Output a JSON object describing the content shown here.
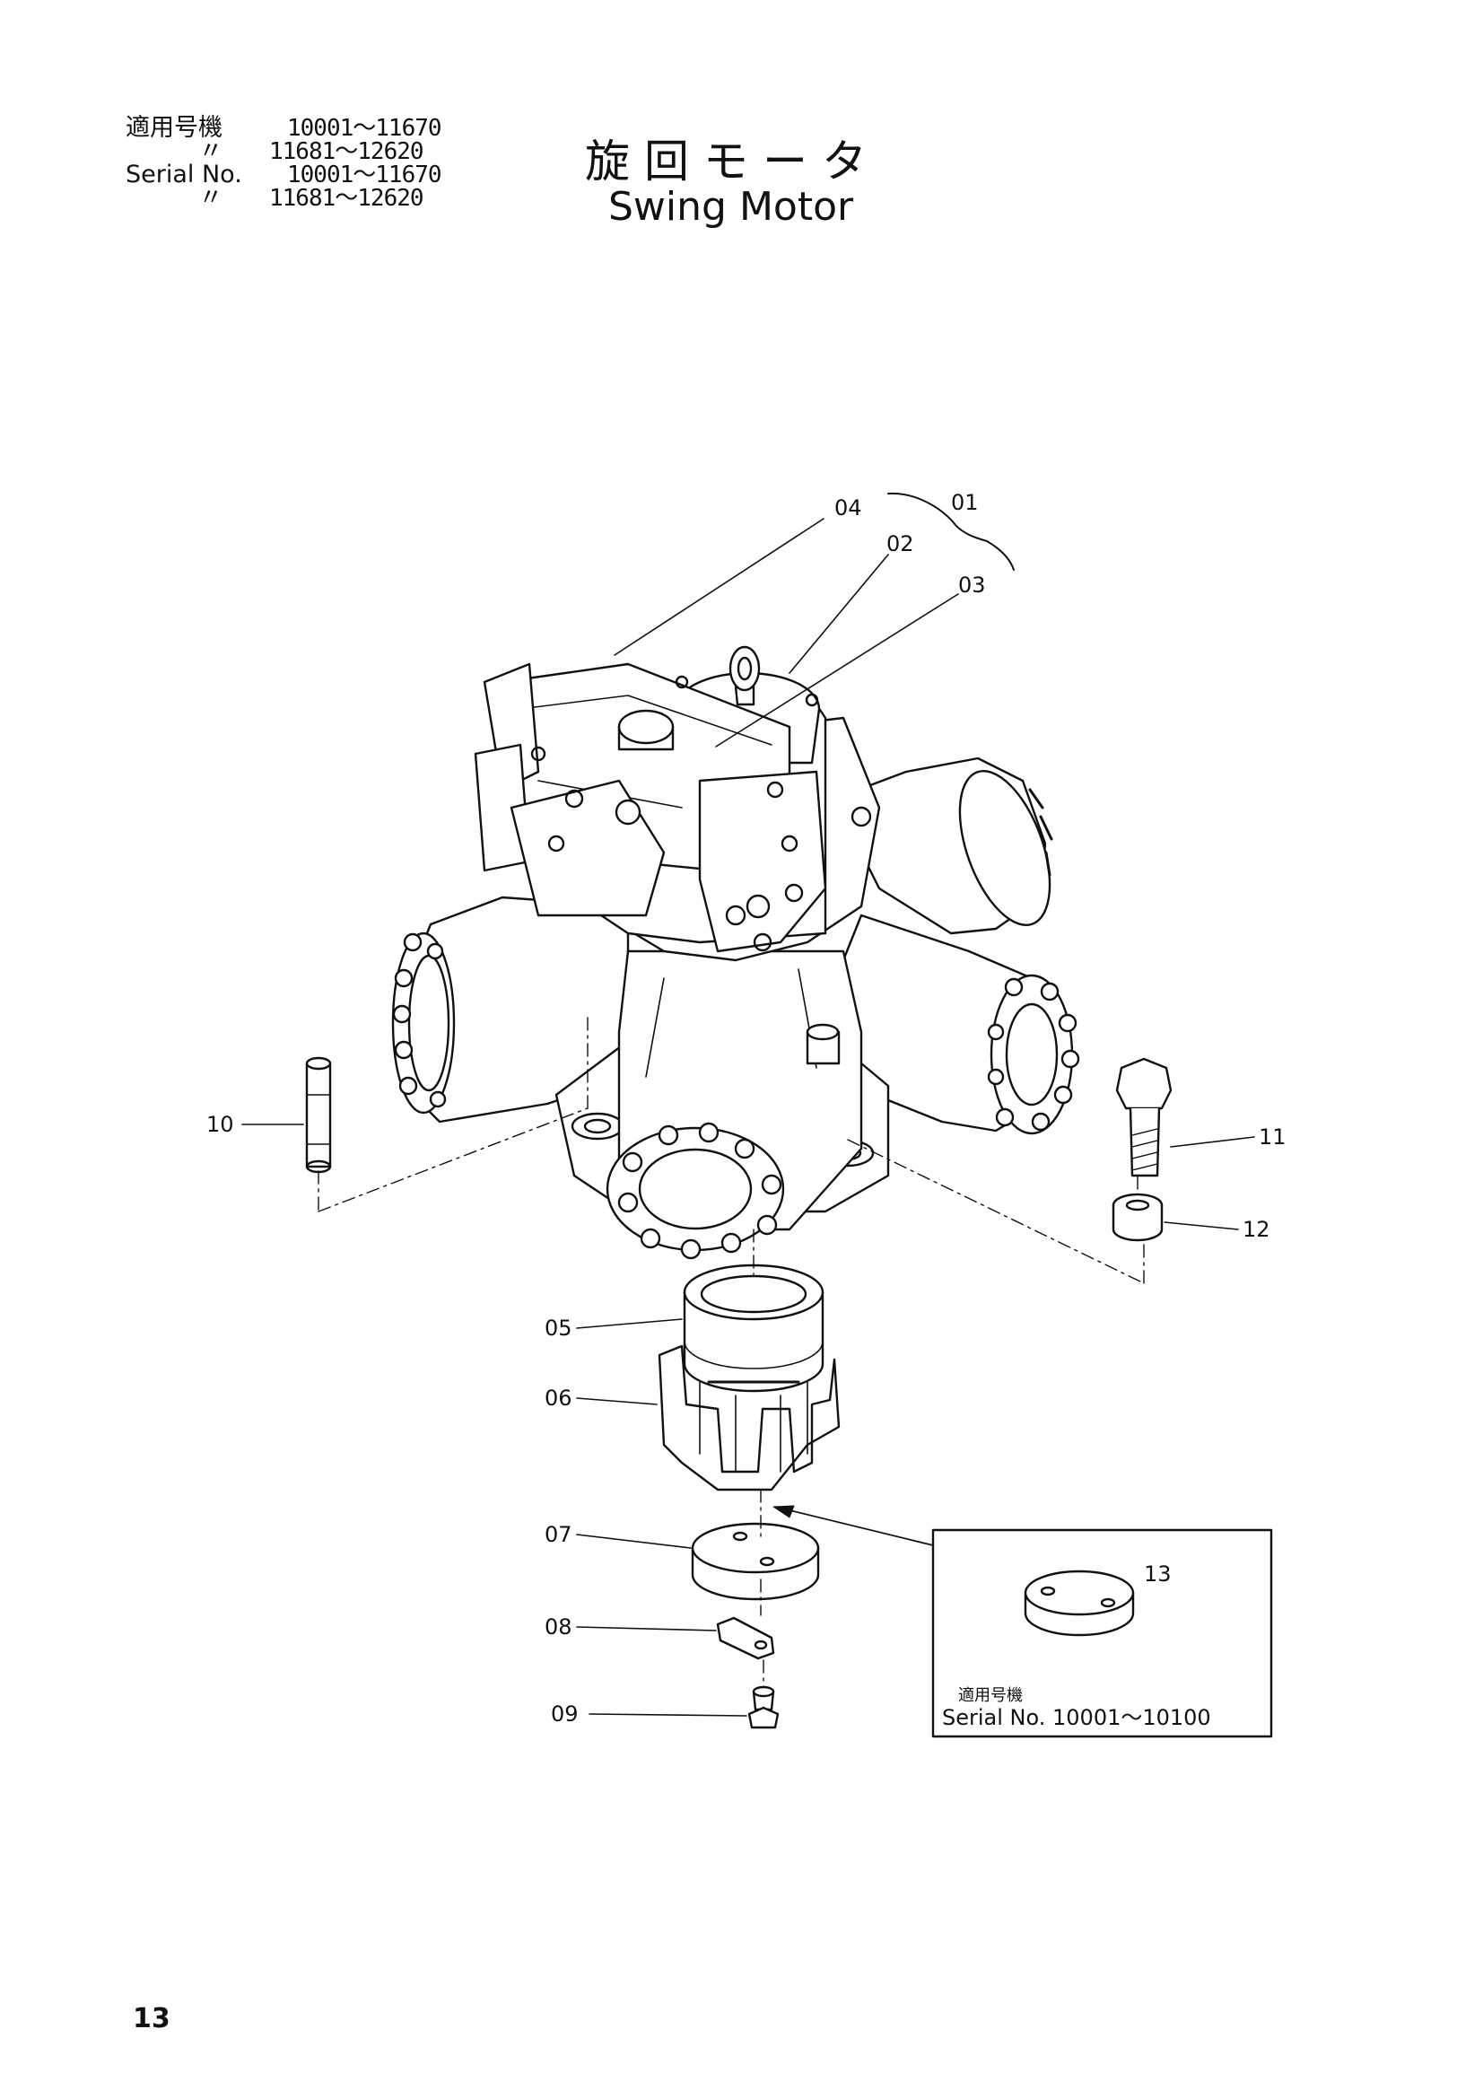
{
  "header": {
    "serial_rows": [
      {
        "label": "適用号機",
        "range": "10001〜11670"
      },
      {
        "label": "〃",
        "range": "11681〜12620"
      },
      {
        "label": "Serial No.",
        "range": "10001〜11670"
      },
      {
        "label": "〃",
        "range": "11681〜12620"
      }
    ],
    "title_jp": "旋回モータ",
    "title_en": "Swing Motor"
  },
  "callouts": {
    "c01": "01",
    "c02": "02",
    "c03": "03",
    "c04": "04",
    "c05": "05",
    "c06": "06",
    "c07": "07",
    "c08": "08",
    "c09": "09",
    "c10": "10",
    "c11": "11",
    "c12": "12",
    "c13": "13"
  },
  "inset": {
    "label_jp": "適用号機",
    "label_serial": "Serial No. 10001〜10100"
  },
  "footer": {
    "page_number": "13"
  }
}
